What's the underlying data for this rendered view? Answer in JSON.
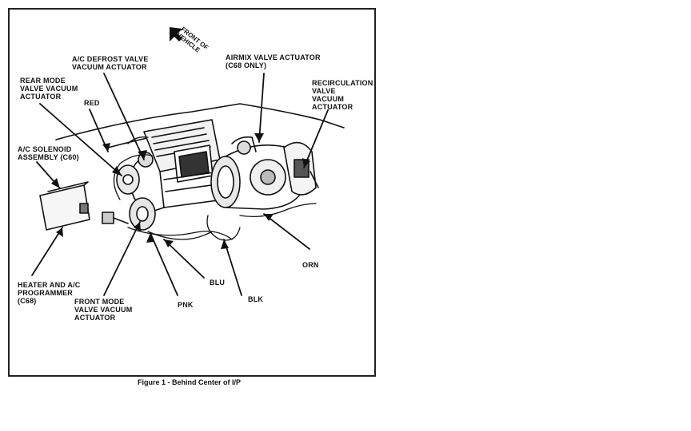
{
  "figure": {
    "caption": "Figure 1 - Behind Center of I/P",
    "front_label": "FRONT OF\nVEHICLE"
  },
  "labels": {
    "ac_defrost": "A/C DEFROST VALVE\nVACUUM ACTUATOR",
    "airmix": "AIRMIX VALVE ACTUATOR\n(C68 ONLY)",
    "rear_mode": "REAR MODE\nVALVE VACUUM\nACTUATOR",
    "red": "RED",
    "recirculation": "RECIRCULATION\nVALVE\nVACUUM\nACTUATOR",
    "ac_solenoid": "A/C SOLENOID\nASSEMBLY (C60)",
    "orn": "ORN",
    "heater_programmer": "HEATER AND A/C\nPROGRAMMER\n(C68)",
    "front_mode": "FRONT MODE\nVALVE VACUUM\nACTUATOR",
    "blu": "BLU",
    "pnk": "PNK",
    "blk": "BLK"
  }
}
